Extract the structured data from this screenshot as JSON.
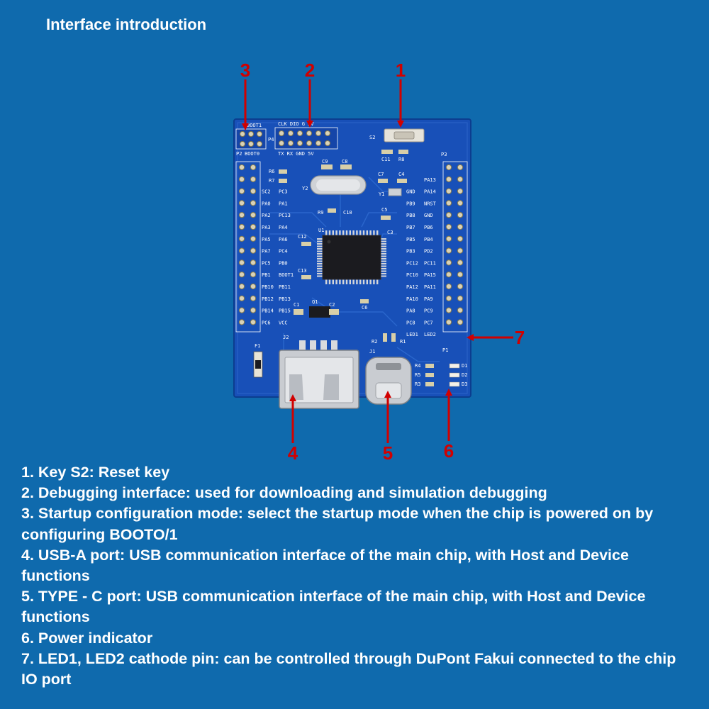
{
  "title": "Interface introduction",
  "callouts": [
    "1",
    "2",
    "3",
    "4",
    "5",
    "6",
    "7"
  ],
  "board_silkscreen": {
    "boot_top": "BOOT1",
    "boot_bottom": "BOOT0",
    "p2": "P2",
    "debug_top": "CLK DIO G 5V",
    "debug_bottom": "TX RX GND 5V",
    "p4": "P4",
    "s2": "S2",
    "c11": "C11",
    "r8": "R8",
    "p3": "P3",
    "p1": "P1",
    "y2": "Y2",
    "c9": "C9",
    "c8": "C8",
    "c7": "C7",
    "c4": "C4",
    "y1": "Y1",
    "r6": "R6",
    "r7": "R7",
    "r9": "R9",
    "c10": "C10",
    "c5": "C5",
    "c3": "C3",
    "c12": "C12",
    "c13": "C13",
    "c6": "C6",
    "u1": "U1",
    "q1": "Q1",
    "c1": "C1",
    "c2": "C2",
    "f1": "F1",
    "j2": "J2",
    "j1": "J1",
    "r1": "R1",
    "r2": "R2",
    "left_pins": [
      "SC2",
      "PA0",
      "PA2",
      "PA3",
      "PA5",
      "PA7",
      "PC5",
      "PB1",
      "PB10",
      "PB12",
      "PB14",
      "PC6"
    ],
    "left_inner": [
      "PC3",
      "PA1",
      "PC13",
      "PA4",
      "PA6",
      "PC4",
      "PB0",
      "BOOT1",
      "PB11",
      "PB13",
      "PB15",
      "VCC"
    ],
    "right_inner": [
      "GND",
      "PB9",
      "PB8",
      "PB7",
      "PB5",
      "PB3",
      "PC12",
      "PC10",
      "PA12",
      "PA10",
      "PA8",
      "PC8",
      "LED1"
    ],
    "right_pins": [
      "PA13",
      "PA14",
      "NRST",
      "GND",
      "PB6",
      "PB4",
      "PD2",
      "PC11",
      "PA15",
      "PA11",
      "PA9",
      "PC9",
      "PC7",
      "LED2"
    ],
    "leds": [
      {
        "r": "R4",
        "d": "D1"
      },
      {
        "r": "R5",
        "d": "D2"
      },
      {
        "r": "R3",
        "d": "D3"
      }
    ]
  },
  "descriptions": [
    "1. Key S2: Reset key",
    "2. Debugging interface: used for downloading and simulation debugging",
    "3. Startup configuration mode: select the startup mode when the chip is powered on by configuring BOOTO/1",
    "4. USB-A port: USB communication interface of the main chip, with Host and Device functions",
    "5. TYPE - C port: USB communication interface of the main chip, with Host and Device functions",
    "6. Power indicator",
    "7. LED1, LED2 cathode pin: can be controlled through DuPont Fakui connected to the chip IO port"
  ],
  "colors": {
    "background": "#0f6aad",
    "pcb": "#1850b8",
    "arrow": "#d10000",
    "text": "#ffffff"
  }
}
